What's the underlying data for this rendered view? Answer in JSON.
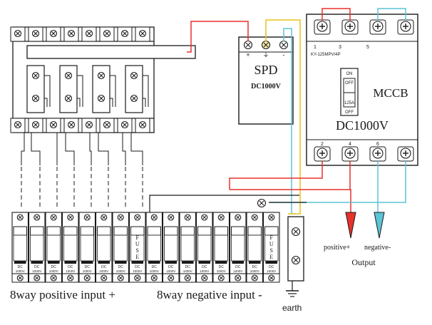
{
  "spd": {
    "title": "SPD",
    "rating": "DC1000V",
    "terminals": [
      "+",
      "⏚",
      "-"
    ]
  },
  "mccb": {
    "title": "MCCB",
    "rating": "DC1000V",
    "model": "KY-125MPV/4P",
    "top_terminals": [
      "1",
      "3",
      "5"
    ],
    "bottom_terminals": [
      "2",
      "4",
      "6"
    ],
    "switch_on": "ON",
    "switch_off_top": "OFF",
    "switch_current": "125A",
    "switch_off_bottom": "OFF"
  },
  "fuse_module": {
    "fuse_letters": [
      "F",
      "U",
      "S",
      "E"
    ],
    "dc_label": "DC",
    "rating_label": "1000V"
  },
  "labels": {
    "positive_input": "8way positive input +",
    "negative_input": "8way negative input -",
    "earth": "earth",
    "positive_out": "positive+",
    "negative_out": "negative-",
    "output": "Output"
  },
  "colors": {
    "red": "#e8302c",
    "cyan": "#5bc4d6",
    "yellow": "#e8c21c",
    "black": "#1a1a1a"
  }
}
